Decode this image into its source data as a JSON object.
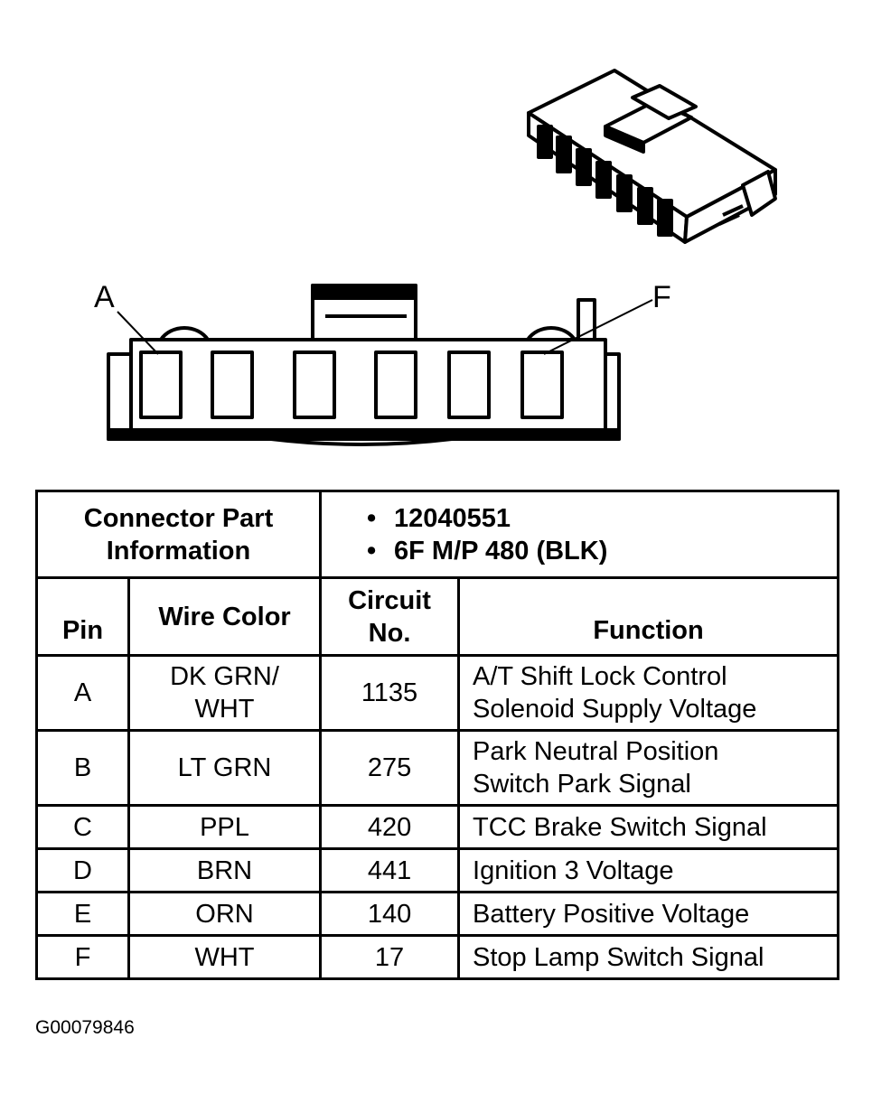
{
  "callouts": {
    "left_pin": "A",
    "right_pin": "F"
  },
  "part_info": {
    "label_line1": "Connector Part",
    "label_line2": "Information",
    "items": [
      "12040551",
      "6F M/P 480 (BLK)"
    ]
  },
  "table": {
    "headers": {
      "pin": "Pin",
      "wire_color": "Wire Color",
      "circuit_line1": "Circuit",
      "circuit_line2": "No.",
      "function": "Function"
    },
    "rows": [
      {
        "pin": "A",
        "wire_color_line1": "DK GRN/",
        "wire_color_line2": "WHT",
        "circuit": "1135",
        "function_line1": "A/T Shift Lock Control",
        "function_line2": "Solenoid Supply Voltage"
      },
      {
        "pin": "B",
        "wire_color_line1": "LT GRN",
        "wire_color_line2": "",
        "circuit": "275",
        "function_line1": "Park Neutral Position",
        "function_line2": "Switch Park Signal"
      },
      {
        "pin": "C",
        "wire_color_line1": "PPL",
        "circuit": "420",
        "function_line1": "TCC Brake Switch Signal"
      },
      {
        "pin": "D",
        "wire_color_line1": "BRN",
        "circuit": "441",
        "function_line1": "Ignition 3 Voltage"
      },
      {
        "pin": "E",
        "wire_color_line1": "ORN",
        "circuit": "140",
        "function_line1": "Battery Positive Voltage"
      },
      {
        "pin": "F",
        "wire_color_line1": "WHT",
        "circuit": "17",
        "function_line1": "Stop Lamp Switch Signal"
      }
    ]
  },
  "figure_id": "G00079846"
}
